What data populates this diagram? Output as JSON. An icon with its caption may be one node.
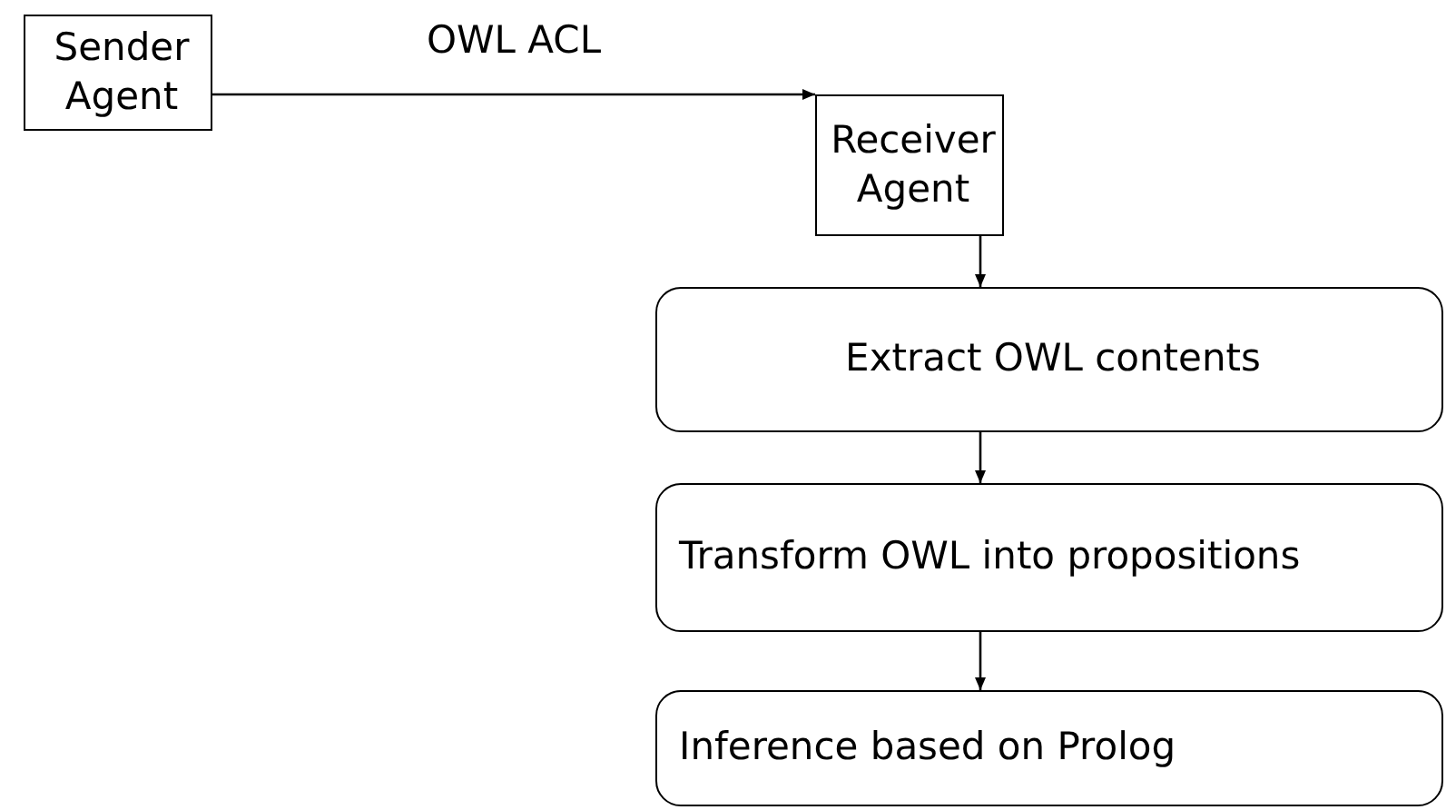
{
  "diagram": {
    "nodes": [
      {
        "text": [
          "Sender Agent"
        ]
      },
      {
        "text": [
          "Receiver Agent"
        ]
      },
      {
        "text": [
          "Extract OWL contents"
        ]
      },
      {
        "text": [
          "Transform OWL into propositions"
        ]
      },
      {
        "text": [
          "Inference based on Prolog"
        ]
      }
    ],
    "edges": [
      {
        "from": 0,
        "to": 1,
        "arrow": "to",
        "label": "OWL ACL"
      },
      {
        "from": 1,
        "to": 2,
        "arrow": "to"
      },
      {
        "from": 2,
        "to": 3,
        "arrow": "to"
      },
      {
        "from": 3,
        "to": 4,
        "arrow": "to"
      }
    ]
  }
}
